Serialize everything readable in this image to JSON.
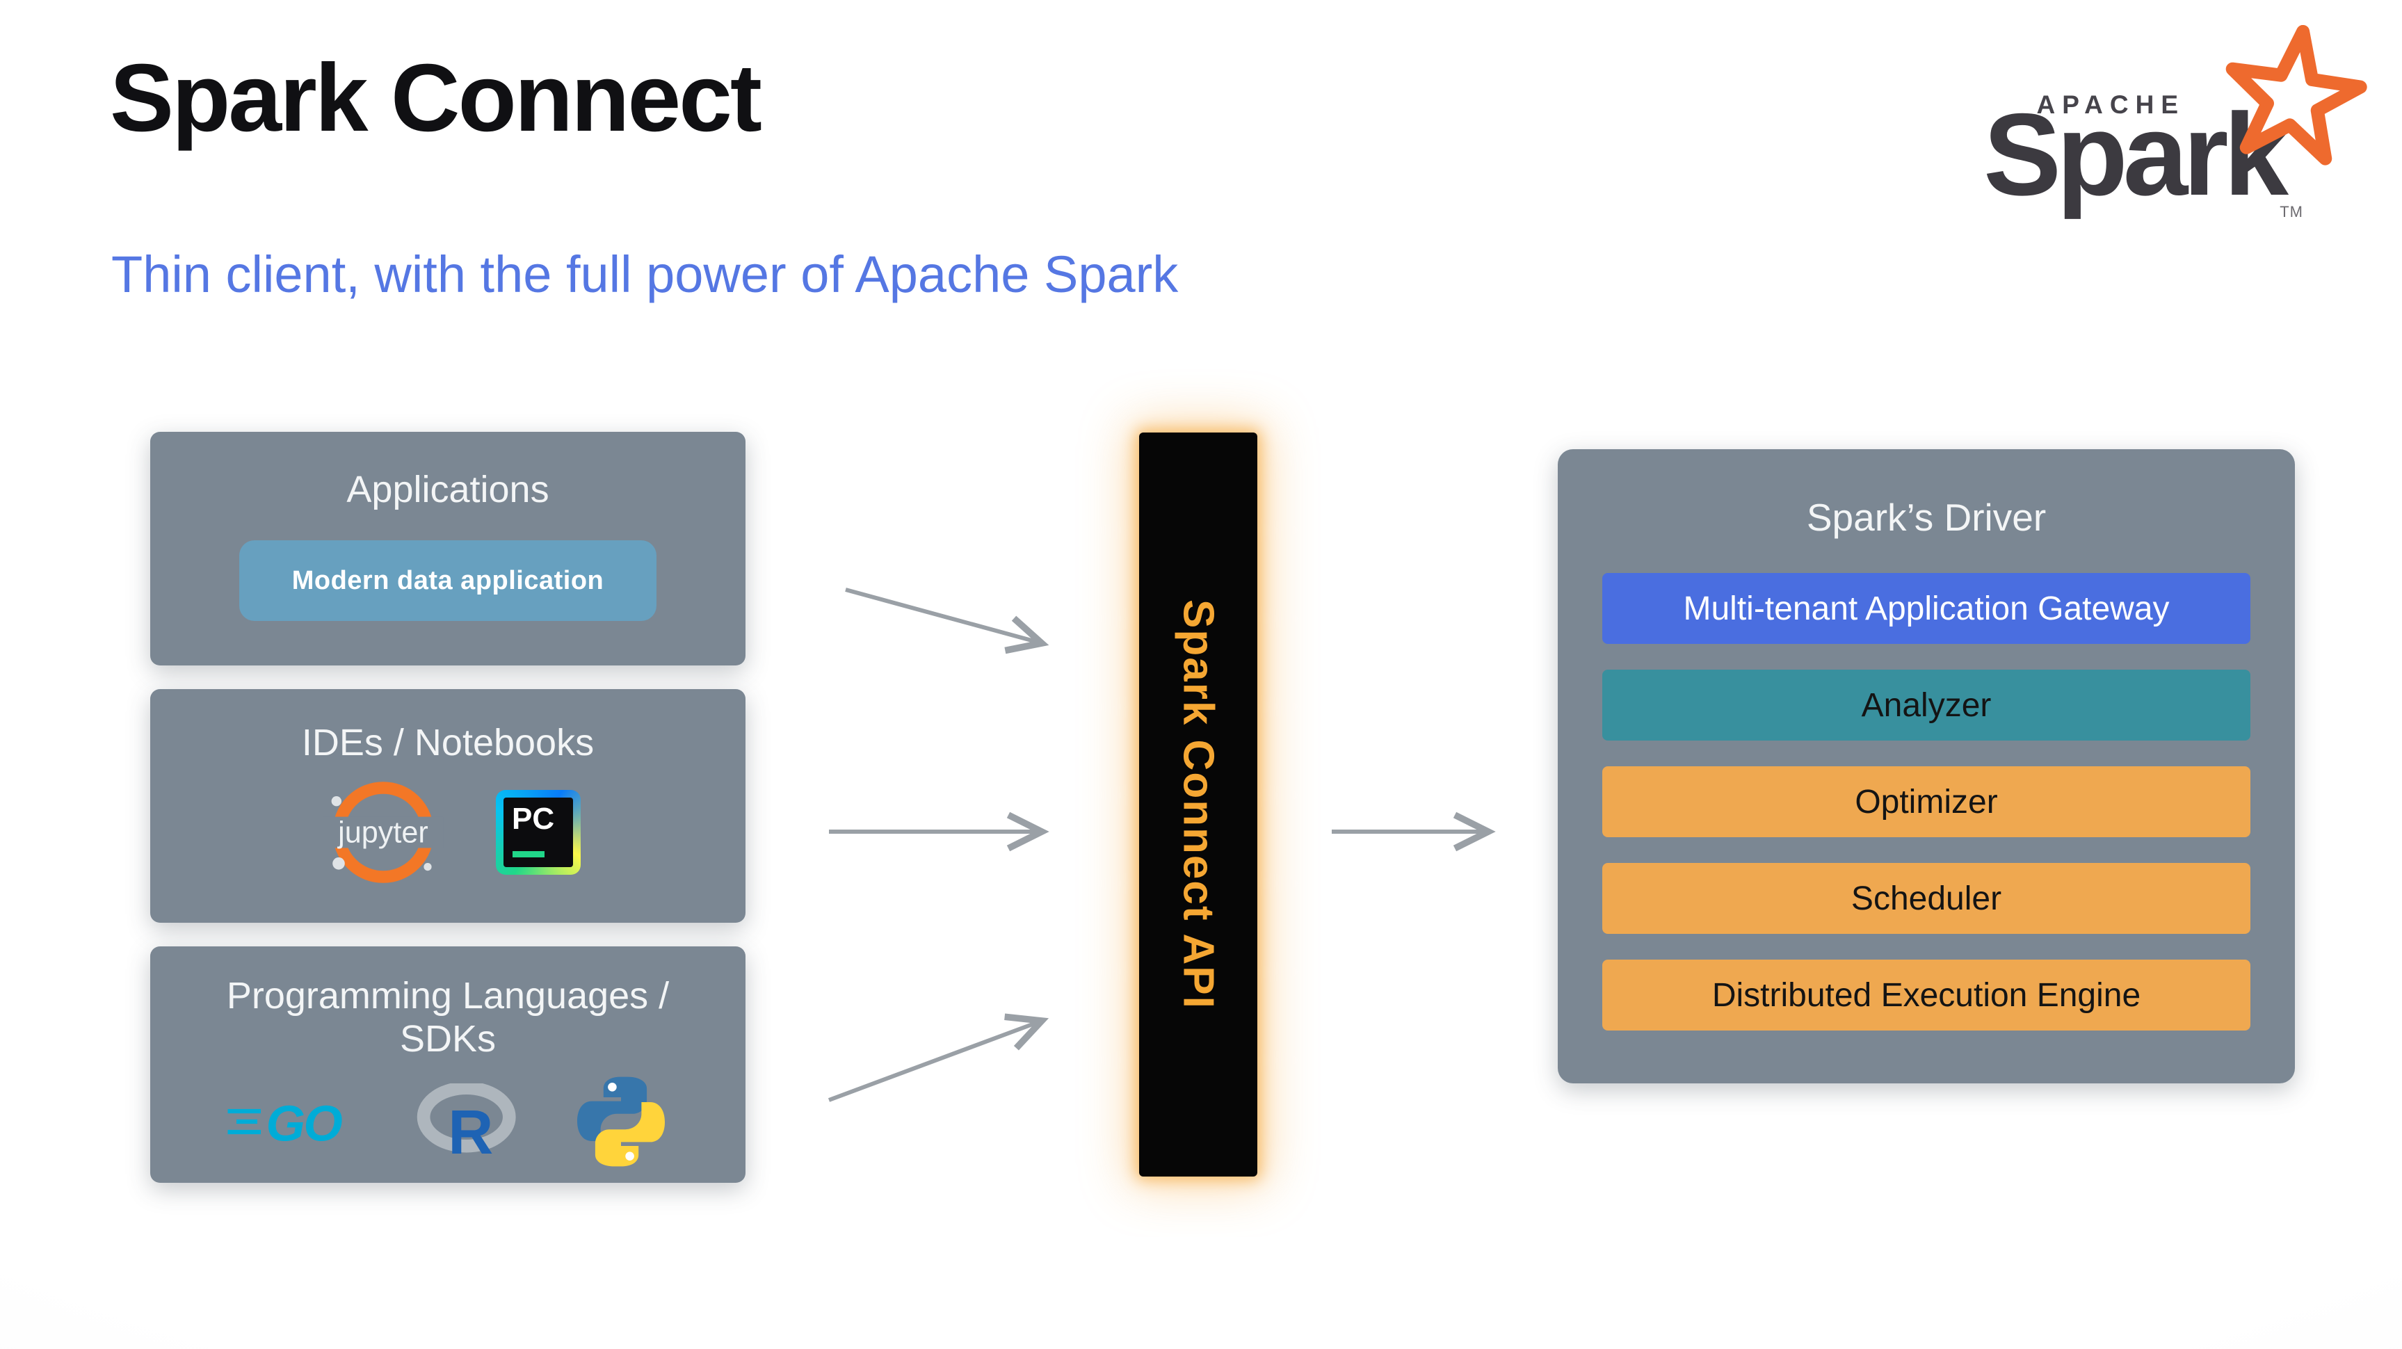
{
  "slide": {
    "title": "Spark Connect",
    "subtitle": "Thin client, with the full power of Apache Spark"
  },
  "logo": {
    "apache": "APACHE",
    "spark": "Spark",
    "tm": "TM"
  },
  "left_boxes": {
    "applications": {
      "title": "Applications",
      "chip": "Modern data application"
    },
    "ides": {
      "title": "IDEs / Notebooks",
      "jupyter_label": "jupyter",
      "pycharm_label": "PC"
    },
    "languages": {
      "title": "Programming Languages / SDKs",
      "go_label": "GO",
      "r_label": "R"
    }
  },
  "connector": {
    "label": "Spark Connect API"
  },
  "driver": {
    "title": "Spark’s Driver",
    "rows": [
      {
        "label": "Multi-tenant Application Gateway",
        "bg": "#4a6ee0",
        "fg": "#ffffff"
      },
      {
        "label": "Analyzer",
        "bg": "#38909e",
        "fg": "#141414"
      },
      {
        "label": "Optimizer",
        "bg": "#efa850",
        "fg": "#141414"
      },
      {
        "label": "Scheduler",
        "bg": "#efa850",
        "fg": "#141414"
      },
      {
        "label": "Distributed Execution Engine",
        "bg": "#efa850",
        "fg": "#141414"
      }
    ]
  },
  "colors": {
    "subtitle_blue": "#5577e3",
    "box_gray": "#7b8793",
    "chip_blue": "#67a0bf",
    "bar_black": "#060606",
    "bar_text_orange": "#f5a733",
    "arrow_gray": "#9aa0a6",
    "spark_logo_orange": "#ee6a2e",
    "jupyter_orange": "#f37726",
    "go_cyan": "#00acd7",
    "r_blue": "#1e63b4",
    "python_blue": "#3776ab",
    "python_yellow": "#ffd43b"
  }
}
